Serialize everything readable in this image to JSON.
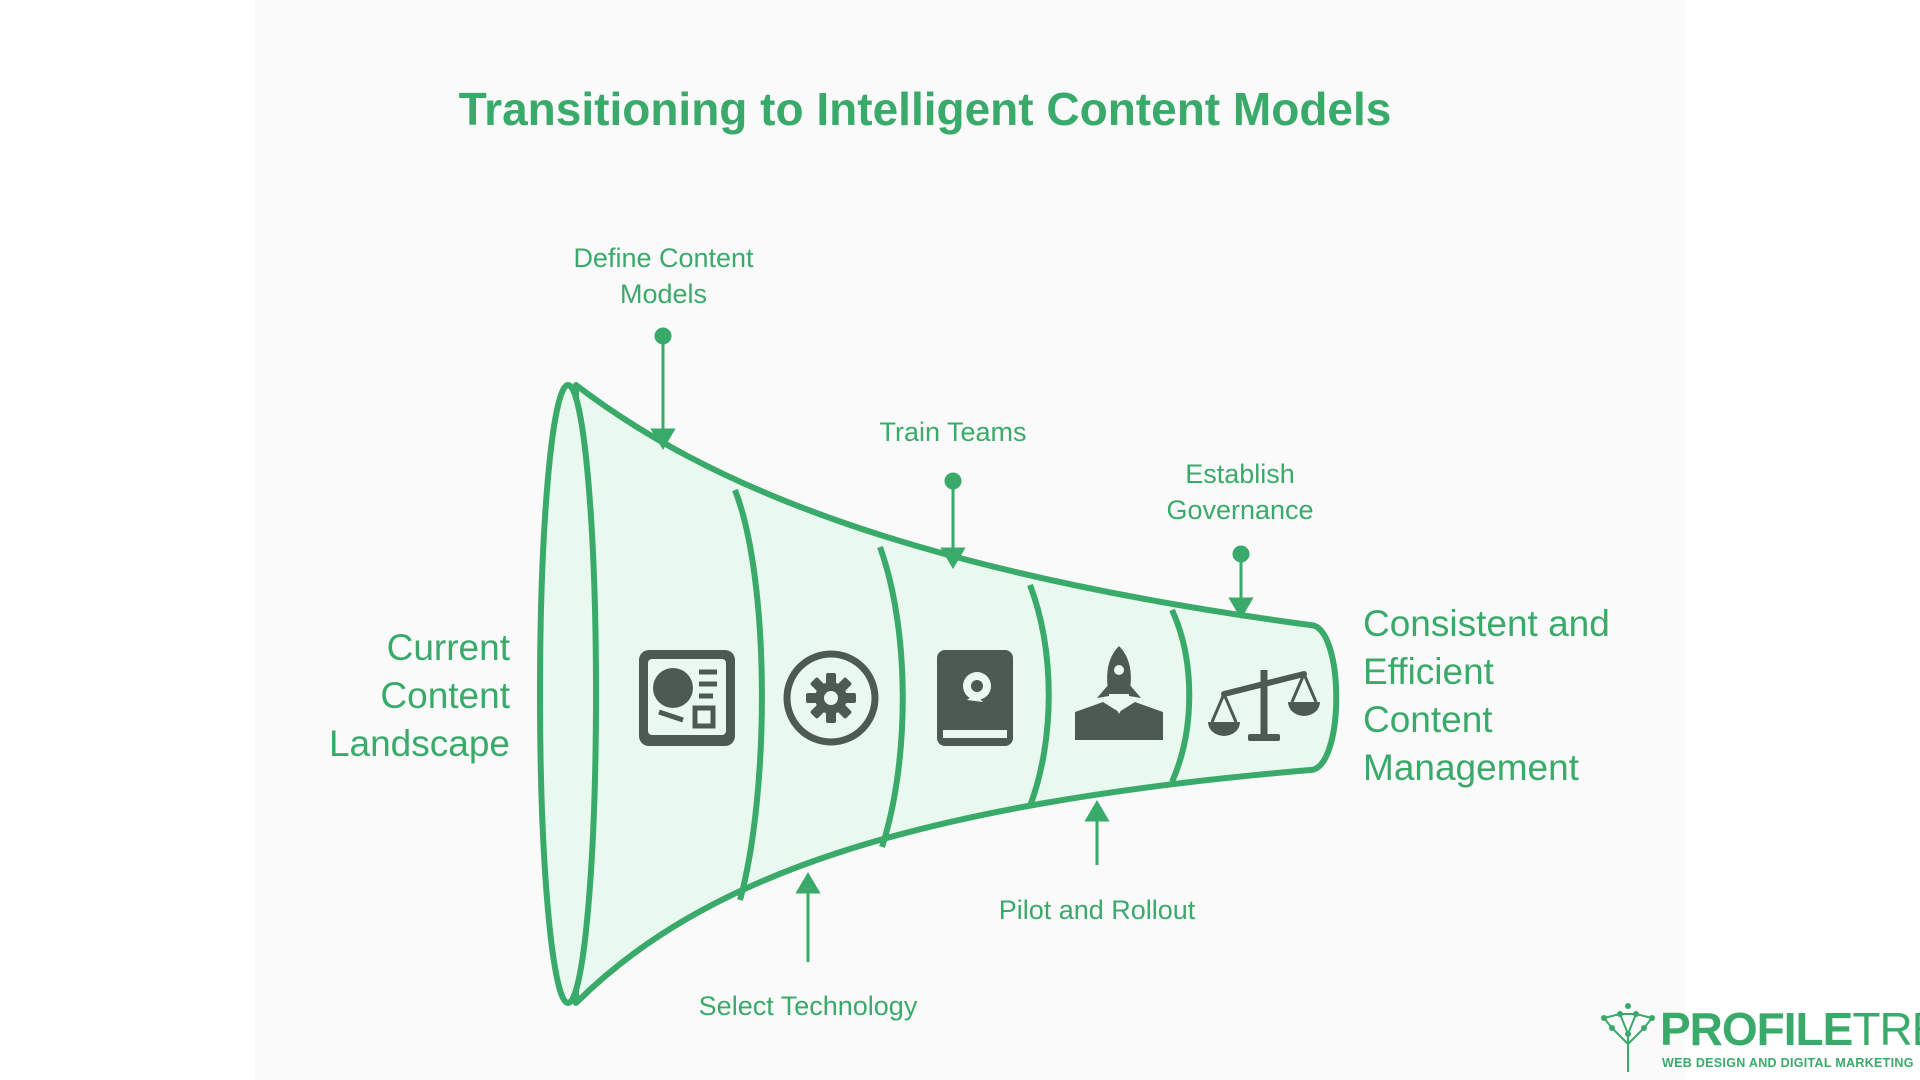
{
  "title": "Transitioning to Intelligent Content Models",
  "start_label": [
    "Current",
    "Content",
    "Landscape"
  ],
  "end_label": [
    "Consistent and",
    "Efficient",
    "Content",
    "Management"
  ],
  "steps": [
    {
      "label": [
        "Define Content",
        "Models"
      ],
      "position": "top",
      "icon": "whiteboard-chart-icon"
    },
    {
      "label": [
        "Select Technology"
      ],
      "position": "bottom",
      "icon": "gear-circle-icon"
    },
    {
      "label": [
        "Train Teams"
      ],
      "position": "top",
      "icon": "book-icon"
    },
    {
      "label": [
        "Pilot and Rollout"
      ],
      "position": "bottom",
      "icon": "rocket-launch-icon"
    },
    {
      "label": [
        "Establish",
        "Governance"
      ],
      "position": "top",
      "icon": "balance-scale-icon"
    }
  ],
  "logo": {
    "name_bold": "PROFILE",
    "name_light": "TREE",
    "tagline": "WEB DESIGN AND DIGITAL MARKETING"
  },
  "colors": {
    "accent": "#3aaa6b",
    "fill": "#e9f9f0",
    "icon": "#4d5a54"
  }
}
